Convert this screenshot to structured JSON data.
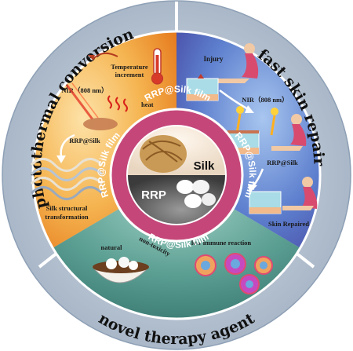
{
  "outer_ring": {
    "left_title": "photothermal conversion",
    "right_title": "fast skin repair",
    "bottom_title": "novel therapy agent"
  },
  "photothermal": {
    "temperature": "Temperature",
    "increment": "increment",
    "nir": "NIR（808 nm）",
    "heat": "heat",
    "rrp_silk": "RRP@Silk",
    "silk_structural": "Silk structural",
    "transformation": "transformation"
  },
  "skin_repair": {
    "injury": "Injury",
    "nir": "NIR（808 nm）",
    "rrp_silk": "RRP@Silk",
    "skin_repaired": "Skin Repaired"
  },
  "therapy": {
    "natural": "natural",
    "non_toxicity": "non-toxicity",
    "low_immune": "low immune reaction"
  },
  "center": {
    "ring_text": "RRP@Silk film",
    "silk": "Silk",
    "rrp": "RRP"
  },
  "colors": {
    "outer_ring": "#b9c6d6",
    "photothermal_bg": "#f2a23c",
    "skin_bg": "#5b78c4",
    "therapy_bg": "#4a8f86",
    "pink_ring": "#c5477a"
  }
}
